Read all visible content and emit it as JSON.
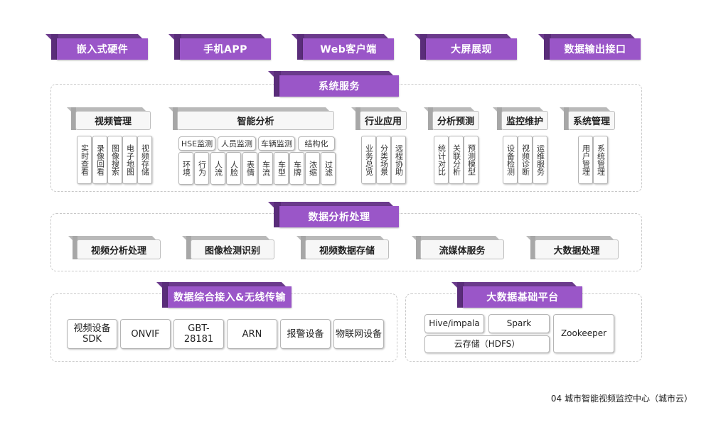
{
  "top_buttons": [
    "嵌入式硬件",
    "手机APP",
    "Web客户端",
    "大屏展现",
    "数据输出接口"
  ],
  "system_service": {
    "title": "系统服务",
    "groups": [
      {
        "title": "视频管理",
        "items": [
          "实时查看",
          "录像回看",
          "图像搜索",
          "电子地图",
          "视频存储"
        ]
      },
      {
        "title": "智能分析",
        "sub": [
          "HSE监测",
          "人员监测",
          "车辆监测",
          "结构化"
        ],
        "items": [
          "环境",
          "行为",
          "人流",
          "人脸",
          "表情",
          "车流",
          "车型",
          "车牌",
          "浓缩",
          "过滤"
        ]
      },
      {
        "title": "行业应用",
        "items": [
          "业务总览",
          "分类场景",
          "远程协助"
        ]
      },
      {
        "title": "分析预测",
        "items": [
          "统计对比",
          "关联分析",
          "预测模型"
        ]
      },
      {
        "title": "监控维护",
        "items": [
          "设备检测",
          "视频诊断",
          "运维服务"
        ]
      },
      {
        "title": "系统管理",
        "items": [
          "用户管理",
          "系统管理"
        ]
      }
    ]
  },
  "data_processing": {
    "title": "数据分析处理",
    "items": [
      "视频分析处理",
      "图像检测识别",
      "视频数据存储",
      "流媒体服务",
      "大数据处理"
    ]
  },
  "access": {
    "title": "数据综合接入&无线传输",
    "items": [
      "视频设备\nSDK",
      "ONVIF",
      "GBT-28181",
      "ARN",
      "报警设备",
      "物联网设备"
    ]
  },
  "bigdata": {
    "title": "大数据基础平台",
    "items": [
      "Hive/impala",
      "Spark",
      "云存储（HDFS）",
      "Zookeeper"
    ]
  },
  "footer": "04 城市智能视频监控中心（城市云）"
}
